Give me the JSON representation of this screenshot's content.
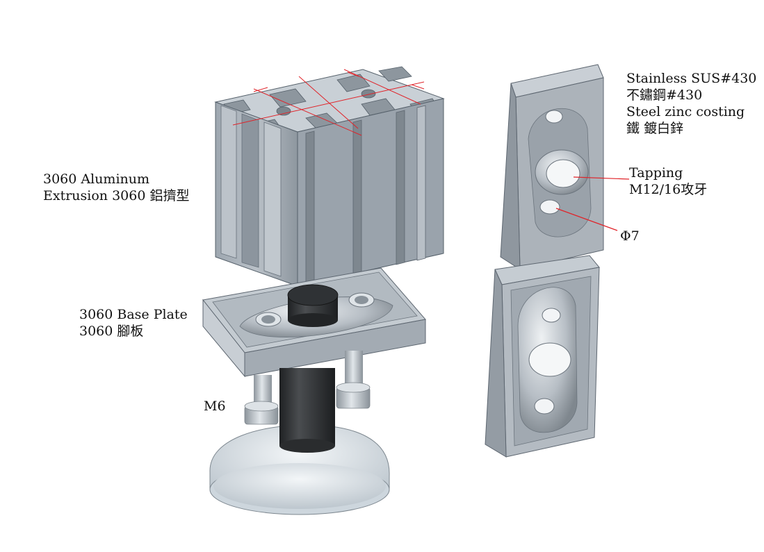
{
  "labels": {
    "extrusion": {
      "line1": "3060 Aluminum",
      "line2": "Extrusion 3060 鋁擠型"
    },
    "base_plate": {
      "line1": "3060 Base Plate",
      "line2": "3060 腳板"
    },
    "bolt": "M6",
    "plate_material": {
      "line1": "Stainless SUS#430",
      "line2": "不鏽鋼#430",
      "line3": "Steel zinc costing",
      "line4": "鐵 鍍白鋅"
    },
    "tapping": {
      "line1": "Tapping",
      "line2": "M12/16攻牙"
    },
    "hole": "Φ7"
  },
  "colors": {
    "aluminum": "#a9b1ba",
    "aluminum_dark": "#7f8891",
    "aluminum_light": "#ced4da",
    "rubber": "#2a2c2e",
    "foot": "#d3dbe2",
    "leader": "#e0242a"
  }
}
